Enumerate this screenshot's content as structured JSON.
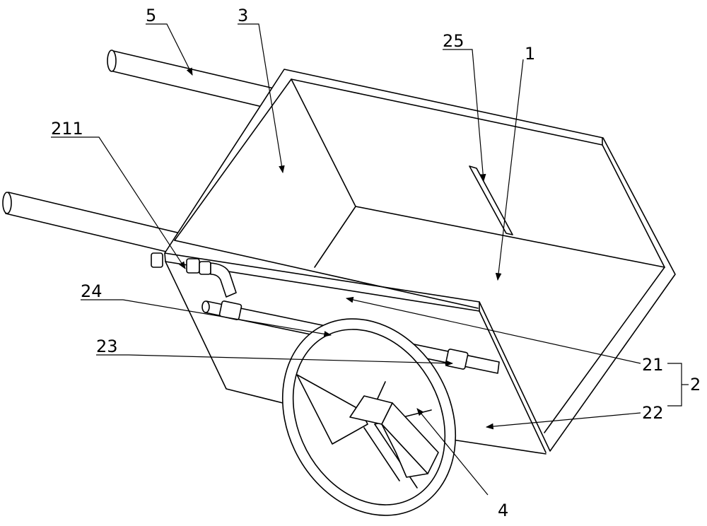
{
  "labels": {
    "l5": "5",
    "l3": "3",
    "l25": "25",
    "l1": "1",
    "l211": "211",
    "l24": "24",
    "l23": "23",
    "l21": "21",
    "l22": "22",
    "l2": "2",
    "l4": "4"
  },
  "colors": {
    "line": "#000000",
    "background": "#ffffff"
  }
}
